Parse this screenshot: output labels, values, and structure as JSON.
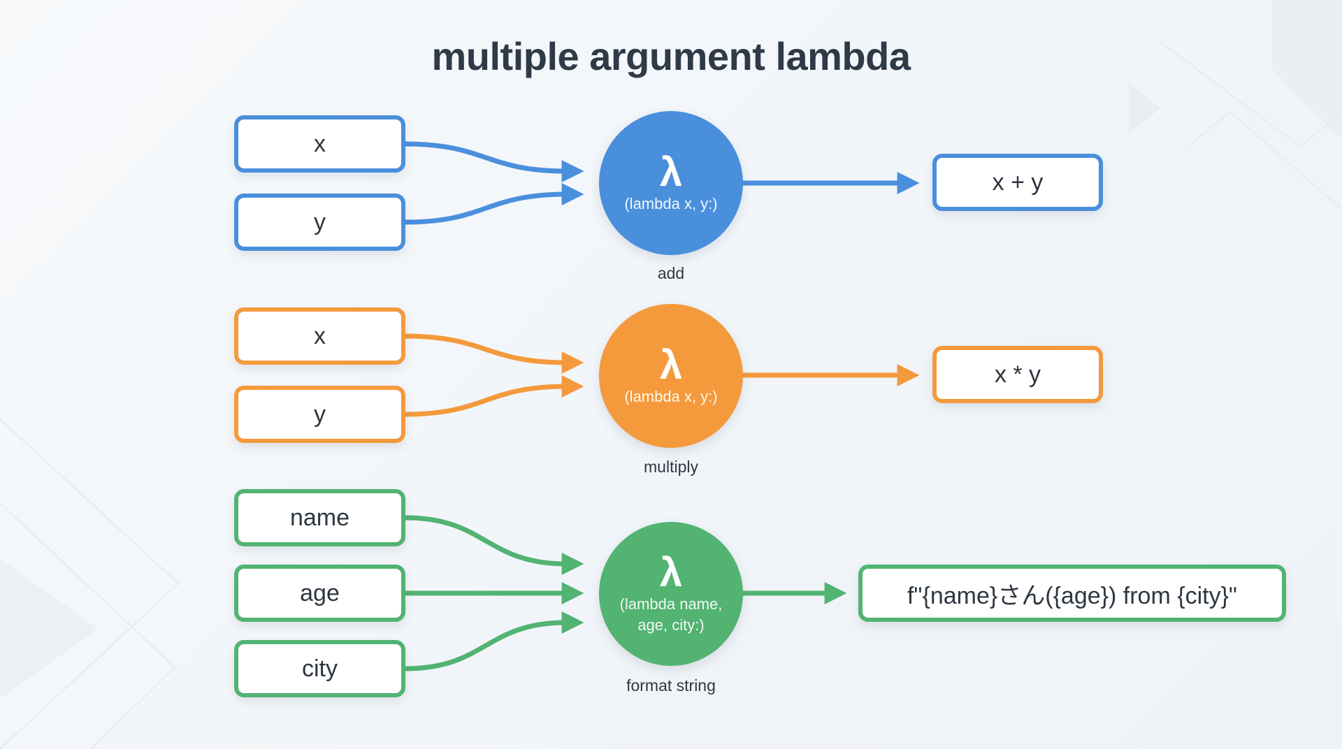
{
  "title": "multiple argument lambda",
  "colors": {
    "blue": "#4a8fdc",
    "orange": "#f49a3c",
    "green": "#52b372",
    "title_text": "#2f3a48",
    "body_text": "#2e3640",
    "background": "#f3f6f9"
  },
  "groups": [
    {
      "id": "add",
      "color": "blue",
      "inputs": [
        "x",
        "y"
      ],
      "lambda_symbol": "λ",
      "signature": "(lambda x, y:)",
      "function_name": "add",
      "output": "x + y"
    },
    {
      "id": "multiply",
      "color": "orange",
      "inputs": [
        "x",
        "y"
      ],
      "lambda_symbol": "λ",
      "signature": "(lambda x, y:)",
      "function_name": "multiply",
      "output": "x * y"
    },
    {
      "id": "format",
      "color": "green",
      "inputs": [
        "name",
        "age",
        "city"
      ],
      "lambda_symbol": "λ",
      "signature": "(lambda name, age, city:)",
      "signature_lines": [
        "(lambda name,",
        "age, city:)"
      ],
      "function_name": "format string",
      "output": "f\"{name}さん({age}) from {city}\""
    }
  ]
}
